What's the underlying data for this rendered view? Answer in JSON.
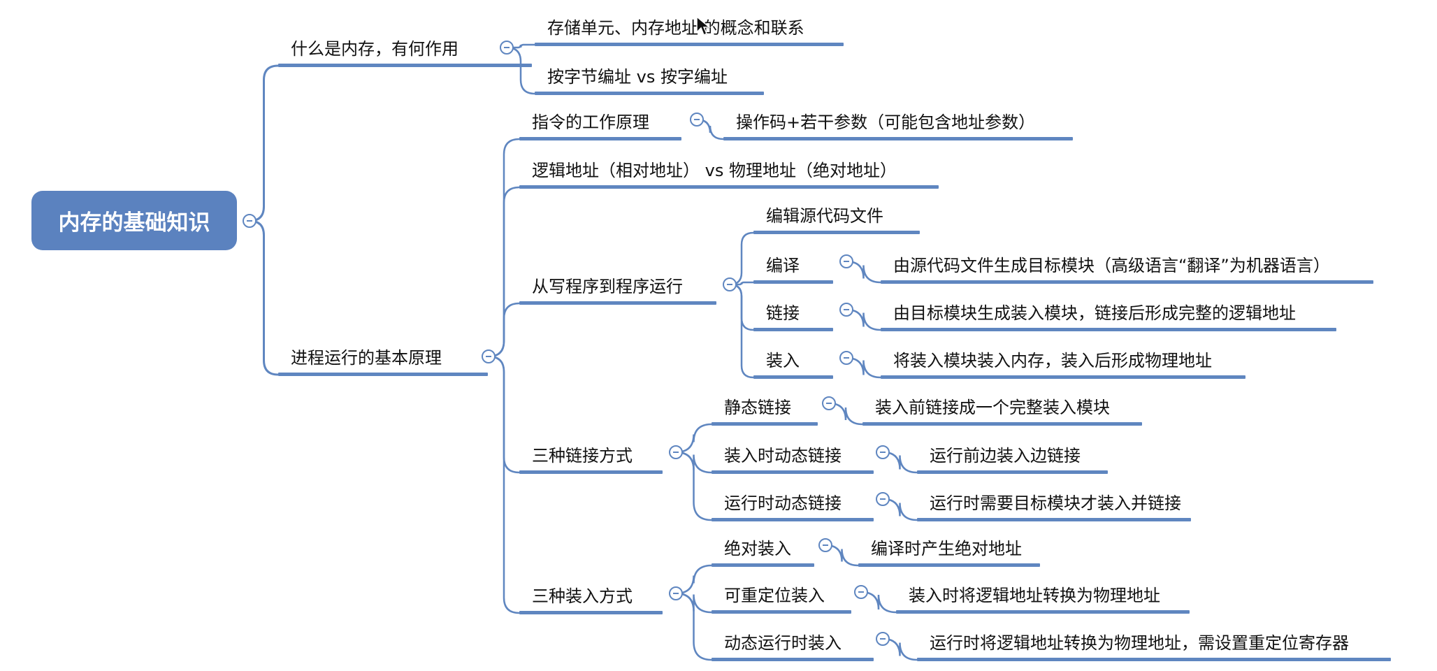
{
  "root": {
    "label": "内存的基础知识"
  },
  "topics": {
    "what_is_memory": {
      "label": "什么是内存，有何作用",
      "children": [
        {
          "label": "存储单元、内存地址 的概念和联系"
        },
        {
          "label": "按字节编址 vs 按字编址"
        }
      ]
    },
    "process_principle": {
      "label": "进程运行的基本原理",
      "instruction": {
        "label": "指令的工作原理",
        "detail": "操作码+若干参数（可能包含地址参数）"
      },
      "logical_vs_physical": {
        "label": "逻辑地址（相对地址） vs 物理地址（绝对地址）"
      },
      "program_to_run": {
        "label": "从写程序到程序运行",
        "steps": [
          {
            "label": "编辑源代码文件",
            "detail": ""
          },
          {
            "label": "编译",
            "detail": "由源代码文件生成目标模块（高级语言“翻译”为机器语言）"
          },
          {
            "label": "链接",
            "detail": "由目标模块生成装入模块，链接后形成完整的逻辑地址"
          },
          {
            "label": "装入",
            "detail": "将装入模块装入内存，装入后形成物理地址"
          }
        ]
      },
      "link_methods": {
        "label": "三种链接方式",
        "items": [
          {
            "label": "静态链接",
            "detail": "装入前链接成一个完整装入模块"
          },
          {
            "label": "装入时动态链接",
            "detail": "运行前边装入边链接"
          },
          {
            "label": "运行时动态链接",
            "detail": "运行时需要目标模块才装入并链接"
          }
        ]
      },
      "load_methods": {
        "label": "三种装入方式",
        "items": [
          {
            "label": "绝对装入",
            "detail": "编译时产生绝对地址"
          },
          {
            "label": "可重定位装入",
            "detail": "装入时将逻辑地址转换为物理地址"
          },
          {
            "label": "动态运行时装入",
            "detail": "运行时将逻辑地址转换为物理地址，需设置重定位寄存器"
          }
        ]
      }
    }
  },
  "colors": {
    "branch": "#5f86c0",
    "root_fill": "#5b82bf"
  }
}
